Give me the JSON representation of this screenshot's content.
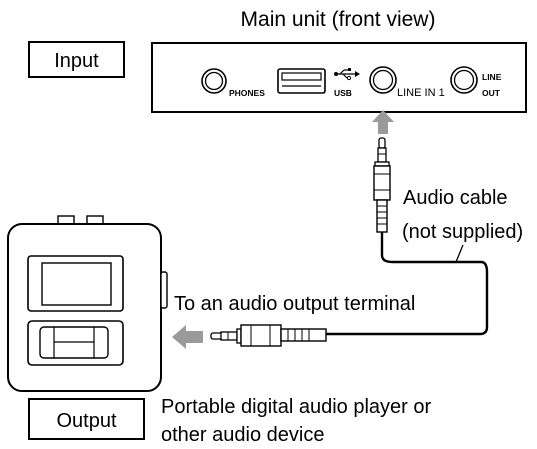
{
  "header": {
    "title": "Main unit (front view)"
  },
  "boxes": {
    "input": "Input",
    "output": "Output"
  },
  "main_unit": {
    "phones_label": "PHONES",
    "usb_label": "USB",
    "line_in_label": "LINE IN 1",
    "line_out_top": "LINE",
    "line_out_bottom": "OUT"
  },
  "cable": {
    "label_line1": "Audio cable",
    "label_line2": "(not supplied)"
  },
  "terminal": {
    "label": "To an audio output terminal"
  },
  "device": {
    "label_line1": "Portable digital audio player or",
    "label_line2": "other audio device"
  },
  "colors": {
    "arrow": "#9a9a9a",
    "line": "#000000"
  }
}
